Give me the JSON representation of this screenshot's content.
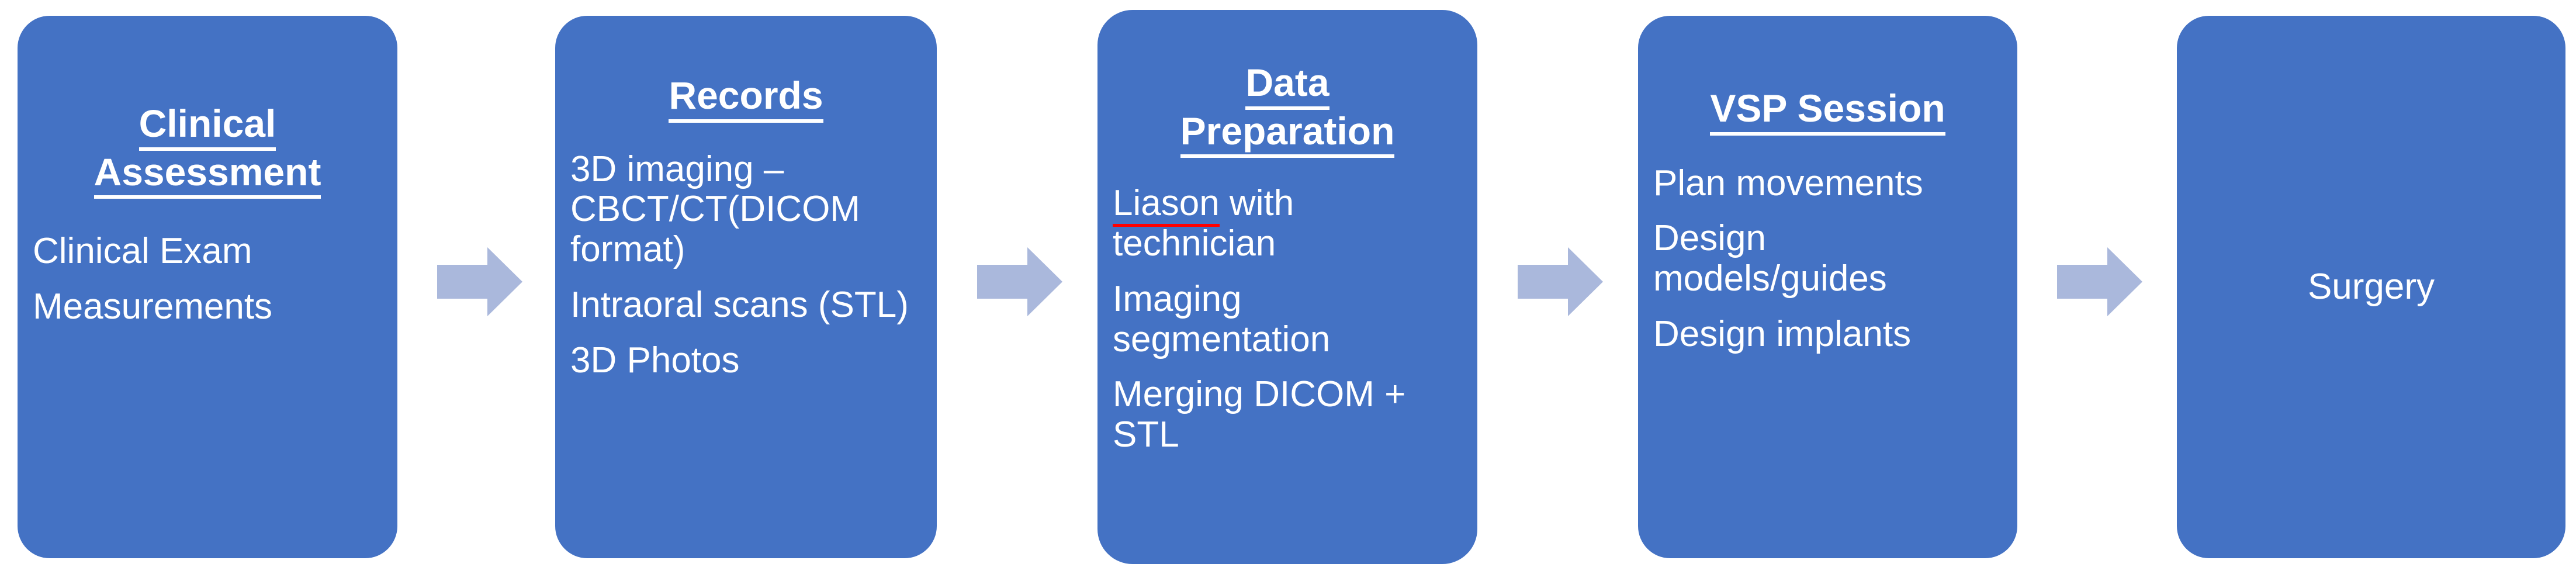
{
  "diagram": {
    "type": "process-flow",
    "orientation": "horizontal",
    "colors": {
      "box_fill": "#4472C4",
      "box_text": "#FFFFFF",
      "arrow_fill": "#AAB8DC",
      "background": "#FFFFFF",
      "spellcheck_underline": "#FF0000"
    },
    "stages": [
      {
        "id": "clinical-assessment",
        "title_lines": [
          "Clinical",
          "Assessment"
        ],
        "lines": [
          "Clinical Exam",
          "Measurements"
        ]
      },
      {
        "id": "records",
        "title_lines": [
          "Records"
        ],
        "lines": [
          "3D imaging – CBCT/CT(DICOM format)",
          "Intraoral scans (STL)",
          "3D Photos"
        ]
      },
      {
        "id": "data-preparation",
        "title_lines": [
          "Data",
          "Preparation"
        ],
        "lines": [
          "Liason with technician",
          "Imaging segmentation",
          "Merging DICOM + STL"
        ],
        "misspelled_word": "Liason",
        "line_after_misspelled": " with technician"
      },
      {
        "id": "vsp-session",
        "title_lines": [
          "VSP Session"
        ],
        "lines": [
          "Plan movements",
          "Design models/guides",
          "Design implants"
        ]
      },
      {
        "id": "surgery",
        "title_lines": [],
        "lines": [
          "Surgery"
        ]
      }
    ],
    "arrows": [
      {
        "id": "arrow-1",
        "icon": "arrow-right-icon",
        "from": "clinical-assessment",
        "to": "records"
      },
      {
        "id": "arrow-2",
        "icon": "arrow-right-icon",
        "from": "records",
        "to": "data-preparation"
      },
      {
        "id": "arrow-3",
        "icon": "arrow-right-icon",
        "from": "data-preparation",
        "to": "vsp-session"
      },
      {
        "id": "arrow-4",
        "icon": "arrow-right-icon",
        "from": "vsp-session",
        "to": "surgery"
      }
    ]
  }
}
